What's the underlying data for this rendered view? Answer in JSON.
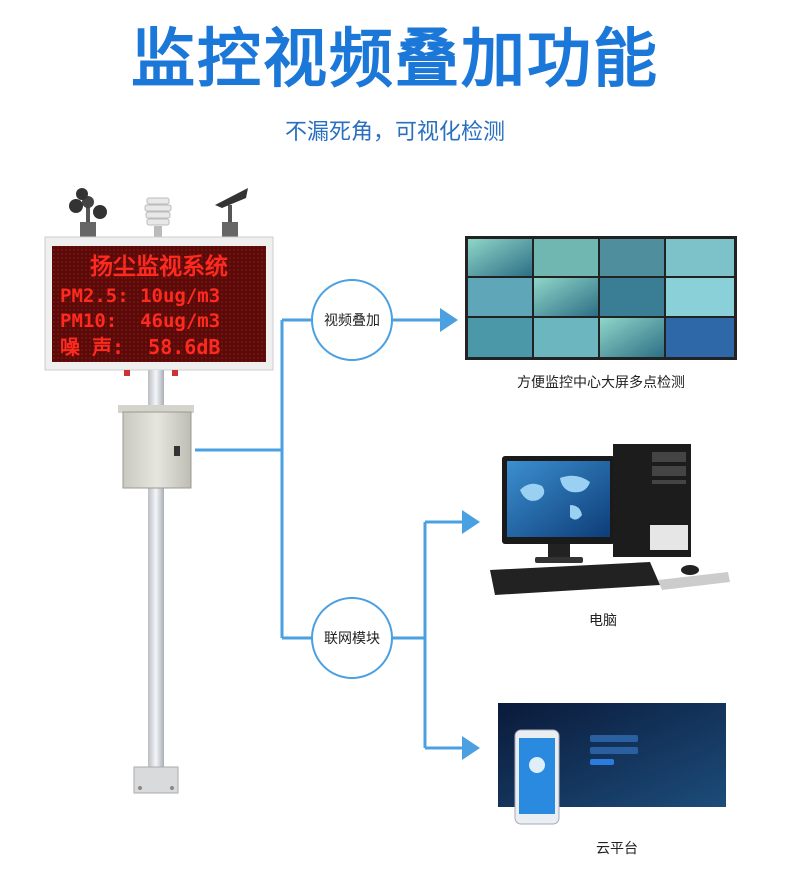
{
  "header": {
    "title": "监控视频叠加功能",
    "subtitle": "不漏死角，可视化检测"
  },
  "led_display": {
    "line1": "扬尘监视系统",
    "line2": "PM2.5: 10ug/m3",
    "line3": "PM10:  46ug/m3",
    "line4": "噪 声:  58.6dB"
  },
  "nodes": {
    "video_overlay": "视频叠加",
    "network_module": "联网模块"
  },
  "targets": {
    "monitor_wall_caption": "方便监控中心大屏多点检测",
    "computer_caption": "电脑",
    "cloud_caption": "云平台"
  },
  "colors": {
    "accent": "#1b78d8",
    "line": "#4aa0e0",
    "led_red": "#ff2a1f"
  }
}
